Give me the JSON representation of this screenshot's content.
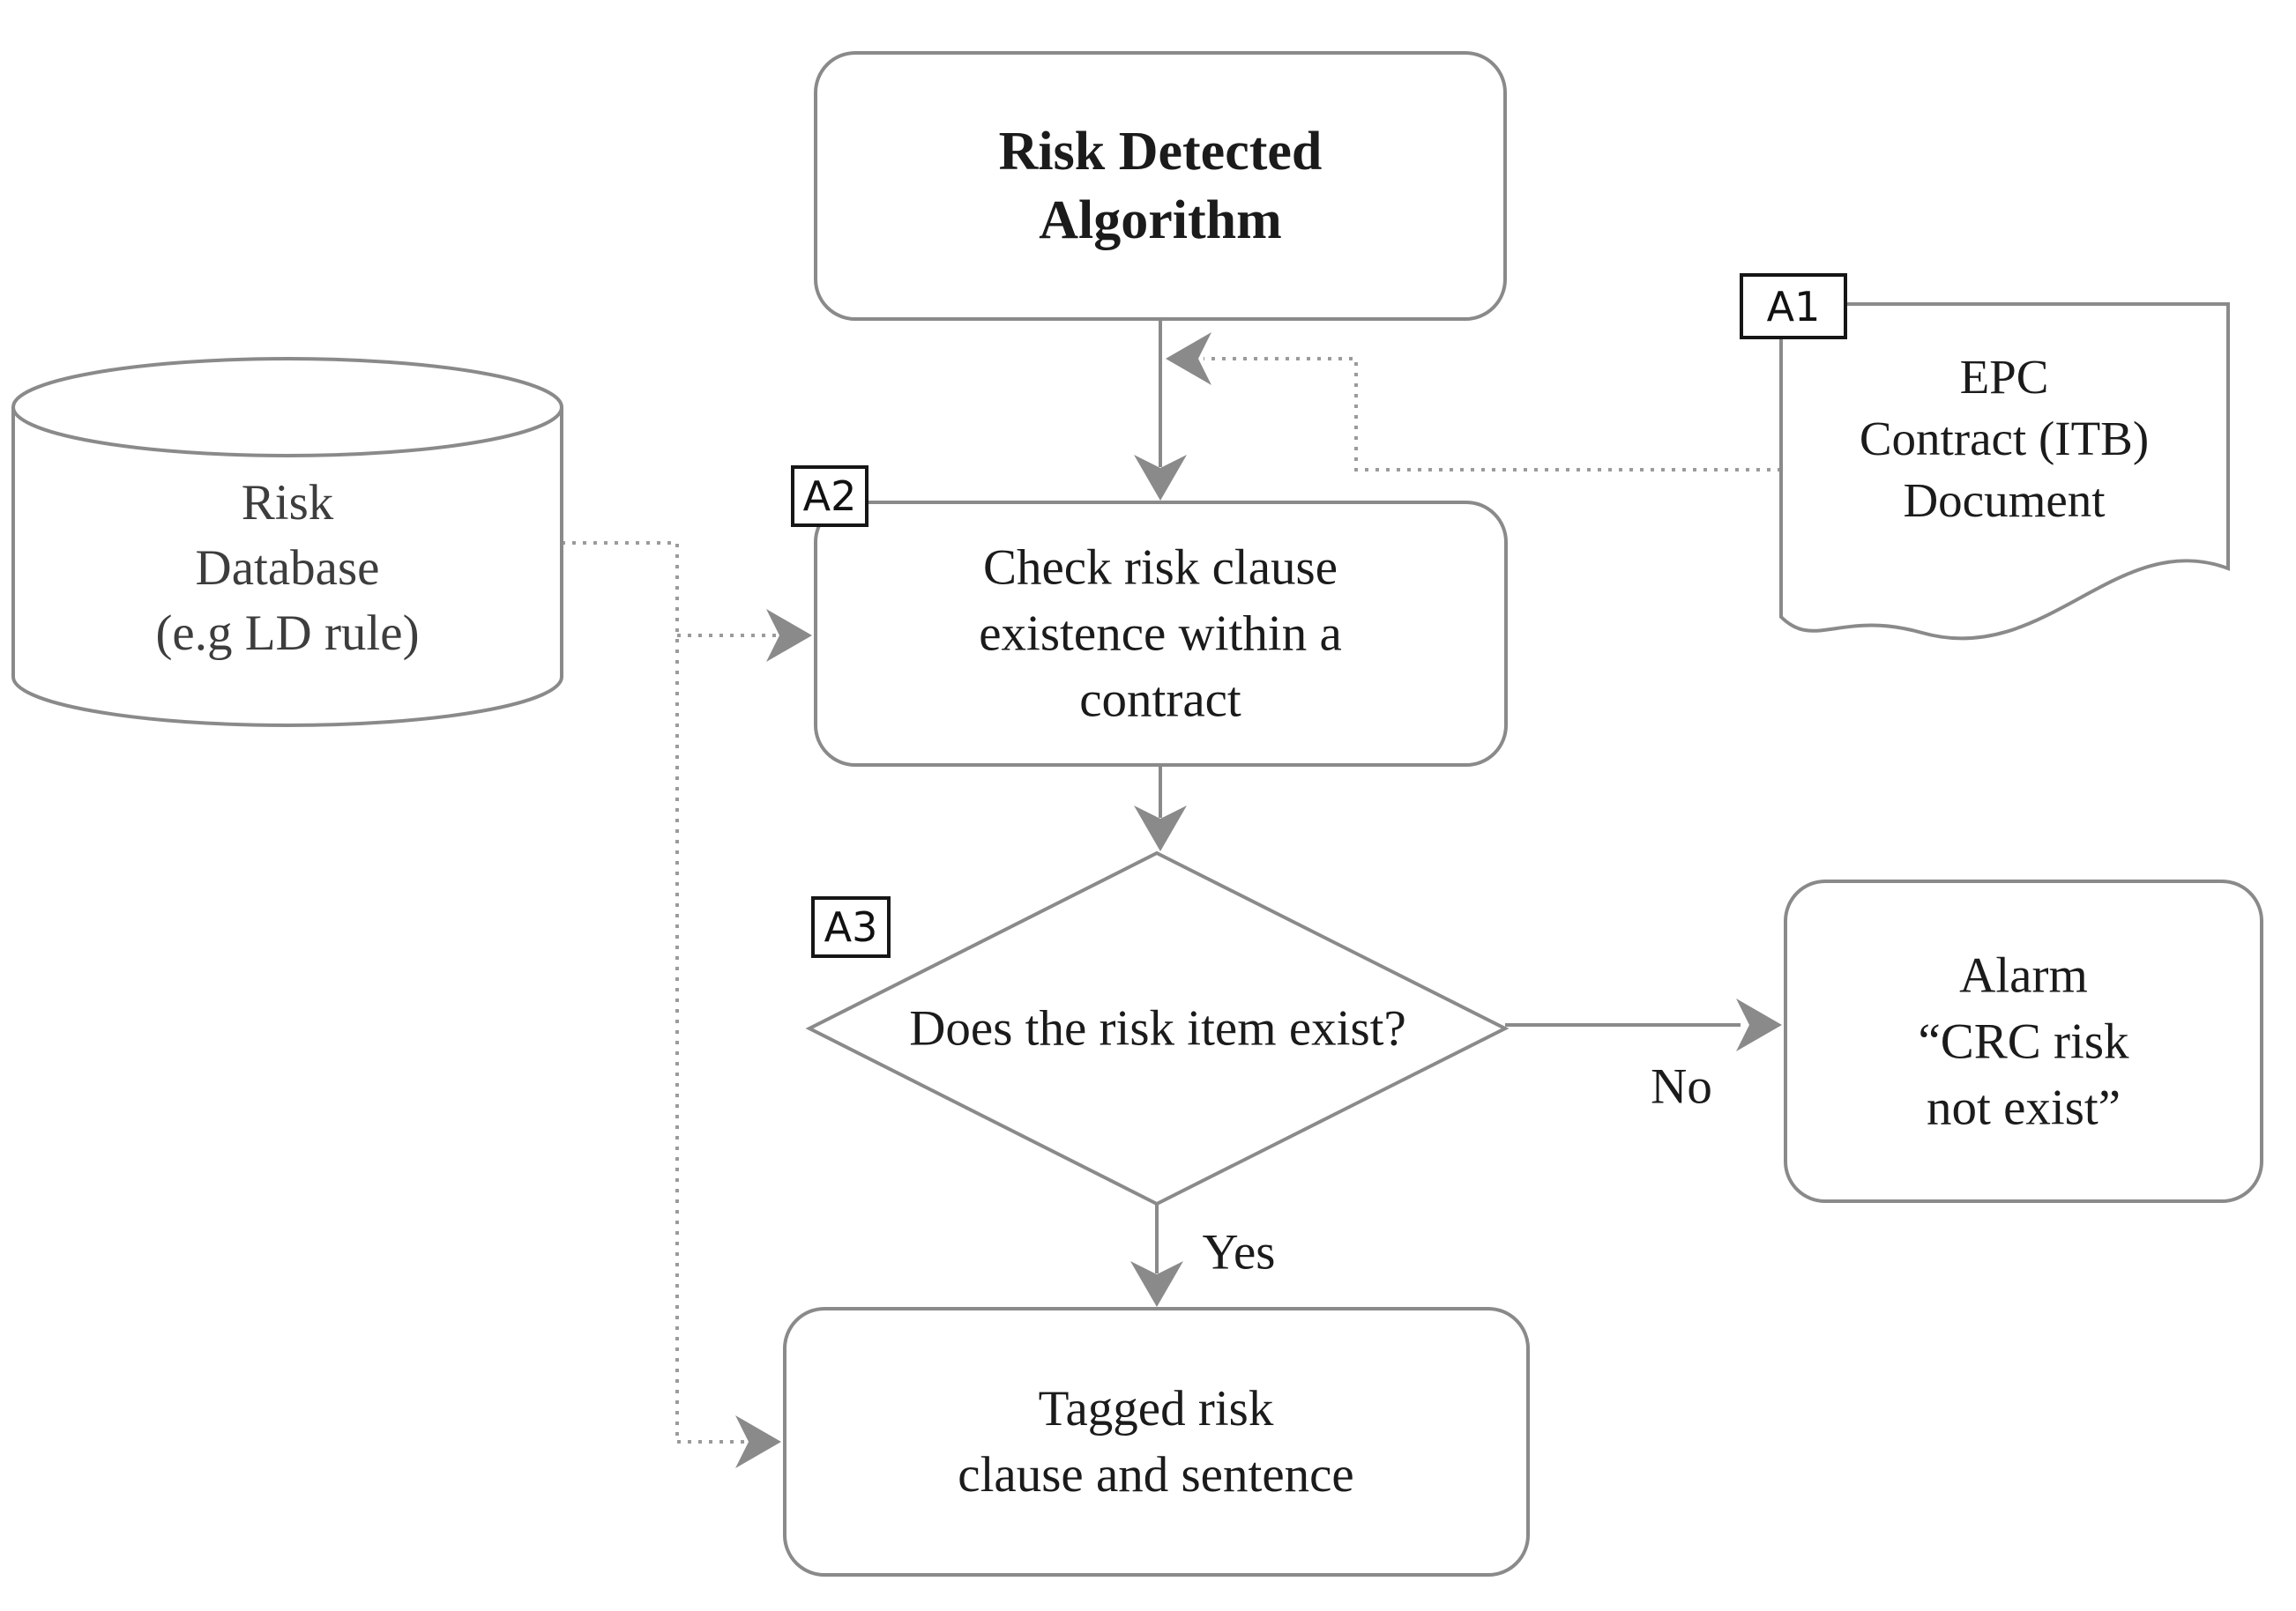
{
  "diagram": {
    "figure_type": "flowchart",
    "colors": {
      "background": "#ffffff",
      "line": "#8a8a8a",
      "dotted_line": "#9b9b9b",
      "text": "#1b1b1b",
      "database_text": "#3d3d3d",
      "tag_border": "#161616"
    },
    "nodes": {
      "risk_detected": {
        "type": "rounded-rectangle",
        "lines": [
          "Risk Detected",
          "Algorithm"
        ]
      },
      "epc_document": {
        "type": "document",
        "tag": "A1",
        "lines": [
          "EPC",
          "Contract (ITB)",
          "Document"
        ]
      },
      "risk_database": {
        "type": "cylinder",
        "lines": [
          "Risk",
          "Database",
          "(e.g LD rule)"
        ]
      },
      "check_risk_clause": {
        "type": "rounded-rectangle",
        "tag": "A2",
        "lines": [
          "Check risk clause",
          "existence within a",
          "contract"
        ]
      },
      "risk_item_decision": {
        "type": "diamond",
        "tag": "A3",
        "lines": [
          "Does the risk item exist?"
        ]
      },
      "alarm": {
        "type": "rounded-rectangle",
        "lines": [
          "Alarm",
          "“CRC risk",
          "not exist”"
        ]
      },
      "tagged_risk": {
        "type": "rounded-rectangle",
        "lines": [
          "Tagged risk",
          "clause and sentence"
        ]
      }
    },
    "edge_labels": {
      "yes": "Yes",
      "no": "No"
    }
  }
}
